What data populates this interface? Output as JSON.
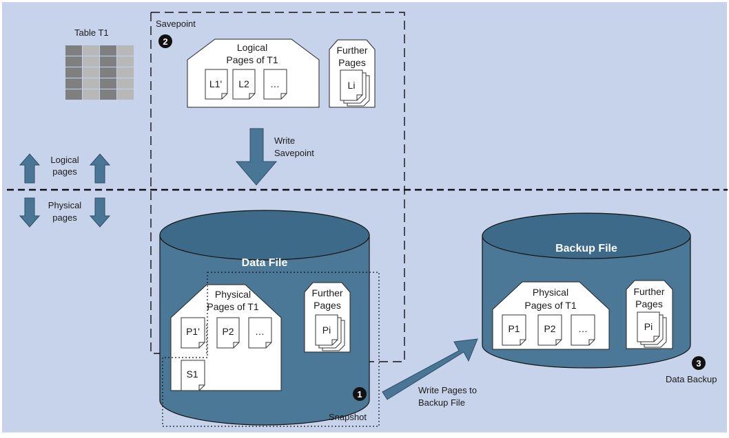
{
  "table": {
    "label": "Table T1"
  },
  "savepoint": {
    "label": "Savepoint",
    "number": "2"
  },
  "logical_pages": {
    "title_line1": "Logical",
    "title_line2": "Pages of T1",
    "pages": [
      "L1'",
      "L2",
      "…"
    ]
  },
  "further_pages_logical": {
    "line1": "Further",
    "line2": "Pages",
    "page": "Li"
  },
  "write_savepoint": {
    "line1": "Write",
    "line2": "Savepoint"
  },
  "legend": {
    "logical_line1": "Logical",
    "logical_line2": "pages",
    "physical_line1": "Physical",
    "physical_line2": "pages"
  },
  "data_file": {
    "title": "Data File",
    "physical_line1": "Physical",
    "physical_line2": "Pages of T1",
    "pages": [
      "P1'",
      "P2",
      "…"
    ],
    "shadow_page": "S1",
    "further_line1": "Further",
    "further_line2": "Pages",
    "further_page": "Pi"
  },
  "snapshot": {
    "label": "Snapshot",
    "number": "1"
  },
  "write_backup": {
    "line1": "Write Pages to",
    "line2": "Backup File"
  },
  "backup_file": {
    "title": "Backup File",
    "physical_line1": "Physical",
    "physical_line2": "Pages of T1",
    "pages": [
      "P1",
      "P2",
      "…"
    ],
    "further_line1": "Further",
    "further_line2": "Pages",
    "further_page": "Pi"
  },
  "data_backup": {
    "label": "Data Backup",
    "number": "3"
  },
  "colors": {
    "background": "#c7d3ea",
    "cylinder_body": "#4c7898",
    "cylinder_top": "#3d6a89",
    "arrow_fill": "#4a7696"
  }
}
